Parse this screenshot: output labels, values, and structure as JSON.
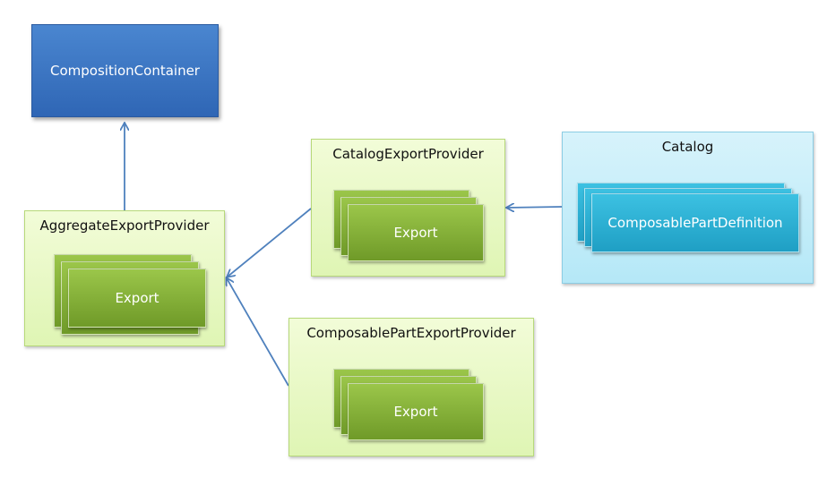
{
  "nodes": {
    "composition_container": "CompositionContainer",
    "aggregate_provider": {
      "title": "AggregateExportProvider",
      "item": "Export"
    },
    "catalog_provider": {
      "title": "CatalogExportProvider",
      "item": "Export"
    },
    "composable_part_provider": {
      "title": "ComposablePartExportProvider",
      "item": "Export"
    },
    "catalog": {
      "title": "Catalog",
      "item": "ComposablePartDefinition"
    }
  },
  "colors": {
    "arrow": "#4f81bd",
    "container": "#2f66b5",
    "provider_fill": "#e5f7c0",
    "export_card": "#86b33b",
    "catalog_fill": "#c6eef9",
    "definition_card": "#2fb3d8"
  }
}
